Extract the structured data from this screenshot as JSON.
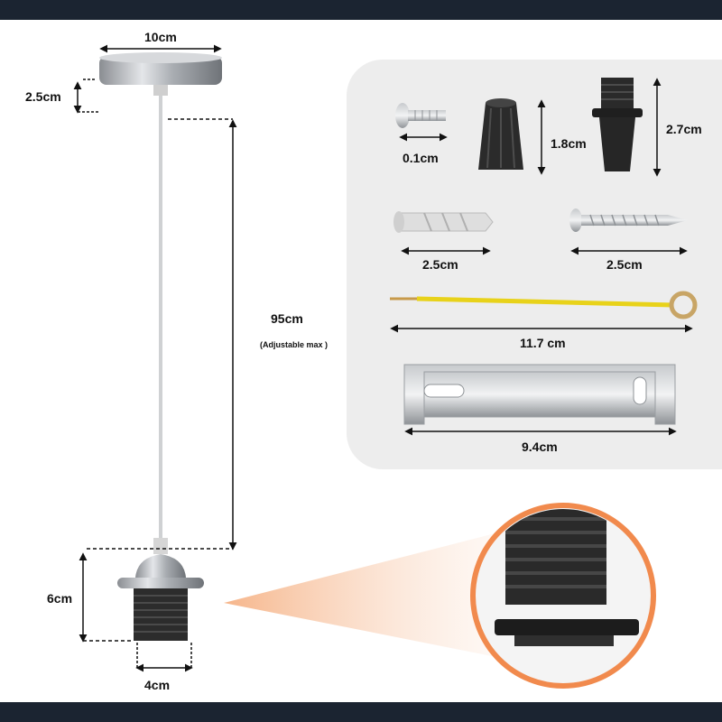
{
  "dimensions": {
    "canopy_width": "10cm",
    "canopy_height": "2.5cm",
    "cable_length": "95cm",
    "cable_note": "(Adjustable max )",
    "holder_height": "6cm",
    "holder_width": "4cm",
    "bolt_length": "0.1cm",
    "cord_grip_height": "1.8cm",
    "nipple_height": "2.7cm",
    "anchor_length": "2.5cm",
    "screw_length": "2.5cm",
    "ground_wire_length": "11.7 cm",
    "bracket_length": "9.4cm"
  },
  "colors": {
    "frame": "#1b2431",
    "panel": "#ededed",
    "wire": "#e8d21a",
    "accent_glow": "#f6b58a"
  }
}
